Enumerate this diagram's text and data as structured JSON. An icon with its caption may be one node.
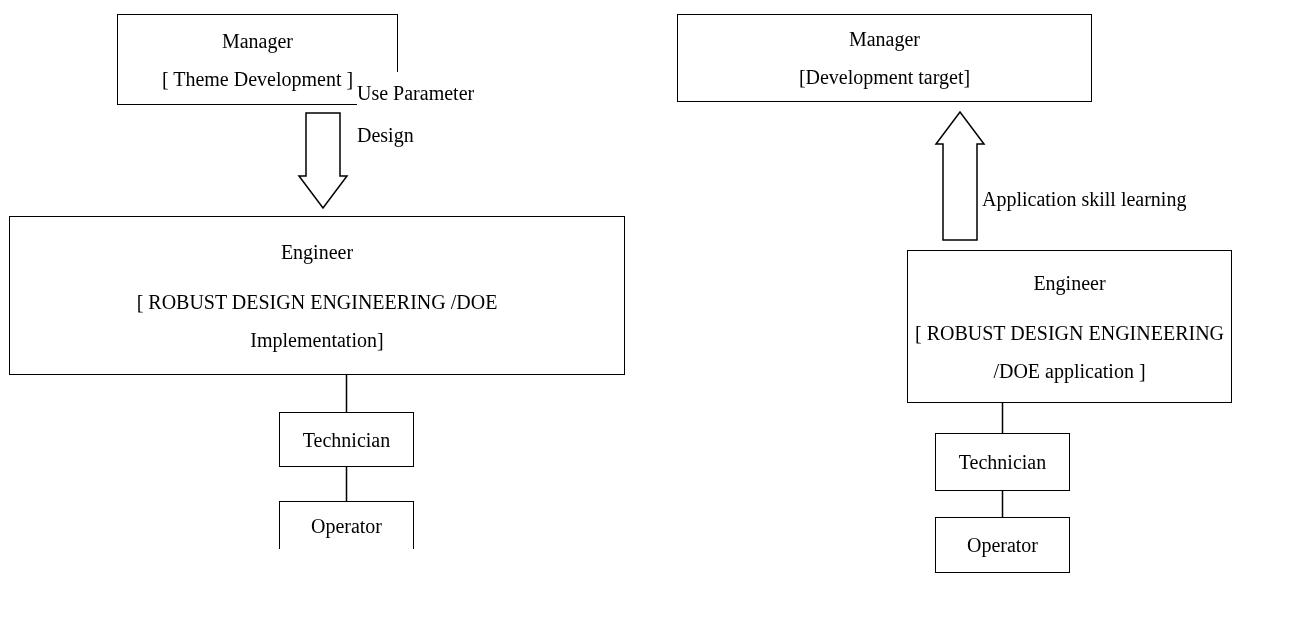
{
  "diagram": {
    "nodes": [
      {
        "text": [
          "Manager",
          "[ Theme Development ]"
        ]
      },
      {
        "text": [
          "Engineer",
          "[ ROBUST DESIGN ENGINEERING /DOE Implementation]"
        ]
      },
      {
        "text": [
          "Technician"
        ]
      },
      {
        "text": [
          "Operator"
        ]
      },
      {
        "text": [
          "Manager",
          "[Development target]"
        ]
      },
      {
        "text": [
          "Engineer",
          "[ ROBUST DESIGN ENGINEERING /DOE application ]"
        ]
      },
      {
        "text": [
          "Technician"
        ]
      },
      {
        "text": [
          "Operator"
        ]
      }
    ],
    "edges": [
      {
        "from": 0,
        "to": 1,
        "arrow": "to",
        "label": "Use Parameter Design",
        "style": "thick"
      },
      {
        "from": 1,
        "to": 2,
        "arrow": "none"
      },
      {
        "from": 2,
        "to": 3,
        "arrow": "none"
      },
      {
        "from": 5,
        "to": 4,
        "arrow": "to",
        "label": "Application skill learning",
        "style": "thick"
      },
      {
        "from": 5,
        "to": 6,
        "arrow": "none"
      },
      {
        "from": 6,
        "to": 7,
        "arrow": "none"
      }
    ]
  }
}
